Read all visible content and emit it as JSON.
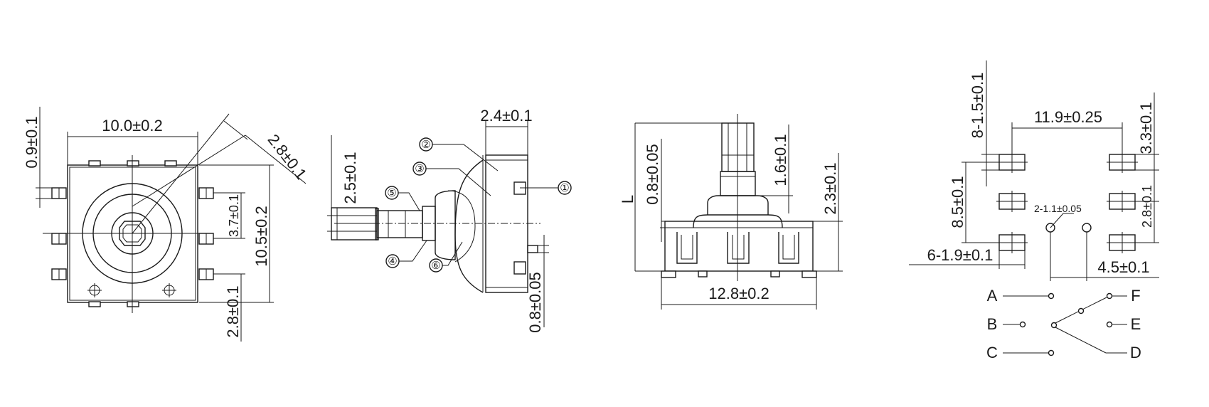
{
  "view1": {
    "width_dim": "10.0±0.2",
    "diag_dim": "2.8±0.1",
    "top_offset_dim": "0.9±0.1",
    "pitch_dim": "3.7±0.1",
    "height_dim": "10.5±0.2",
    "bottom_dim": "2.8±0.1"
  },
  "view2": {
    "width_dim": "2.4±0.1",
    "shaft_dim": "2.5±0.1",
    "pin_dim": "0.8±0.05",
    "callouts": [
      "①",
      "②",
      "③",
      "④",
      "⑤",
      "⑥"
    ]
  },
  "view3": {
    "length_label": "L",
    "left_dim": "0.8±0.05",
    "shaft_dim": "1.6±0.1",
    "height_dim": "2.3±0.1",
    "width_dim": "12.8±0.2"
  },
  "view4": {
    "top_dim": "8-1.5±0.1",
    "pitch_x_dim": "11.9±0.25",
    "right_top_dim": "3.3±0.1",
    "left_dim": "8.5±0.1",
    "hole_dim": "2-1.1±0.05",
    "right_mid_dim": "2.8±0.1",
    "pad_dim": "6-1.9±0.1",
    "hole_pitch_dim": "4.5±0.1"
  },
  "schematic": {
    "labels_left": [
      "A",
      "B",
      "C"
    ],
    "labels_right": [
      "F",
      "E",
      "D"
    ]
  }
}
